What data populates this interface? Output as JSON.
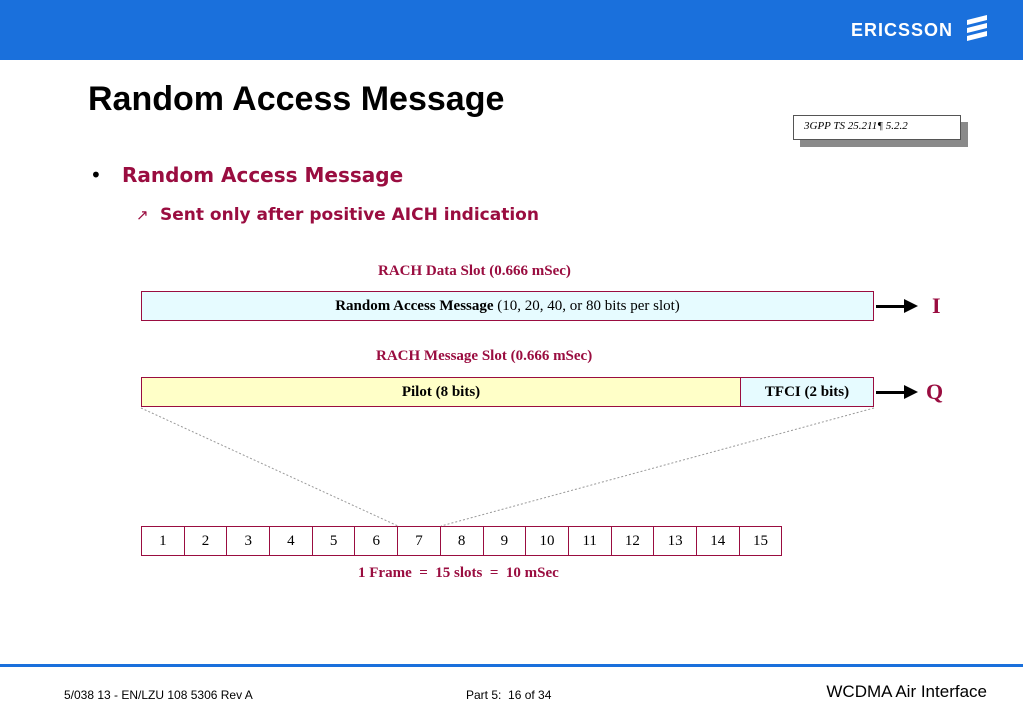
{
  "header": {
    "brand": "ERICSSON",
    "bar_color": "#1a70dc",
    "logo_icon": "ericsson-logo-icon"
  },
  "slide": {
    "title": "Random Access Message",
    "reference": "3GPP TS 25.211¶ 5.2.2",
    "bullet": "Random Access Message",
    "sub_bullet": "Sent only after positive AICH indication",
    "accent_color": "#9a0d40"
  },
  "diagram": {
    "data_slot_label": "RACH Data Slot (0.666 mSec)",
    "data_box_bold": "Random Access Message",
    "data_box_rest": " (10, 20, 40, or 80 bits per slot)",
    "data_box_color": "#e6fbff",
    "data_channel": "I",
    "message_slot_label": "RACH Message Slot (0.666 mSec)",
    "pilot_label": "Pilot (8 bits)",
    "pilot_color": "#ffffc8",
    "tfci_label": "TFCI (2 bits)",
    "tfci_color": "#e6fbff",
    "control_channel": "Q",
    "slots": [
      "1",
      "2",
      "3",
      "4",
      "5",
      "6",
      "7",
      "8",
      "9",
      "10",
      "11",
      "12",
      "13",
      "14",
      "15"
    ],
    "frame_caption": "1 Frame  =  15 slots  =  10 mSec"
  },
  "footer": {
    "doc_number": "5/038 13 - EN/LZU 108 5306 Rev A",
    "page_info": "Part 5:  16 of 34",
    "course": "WCDMA Air Interface"
  }
}
